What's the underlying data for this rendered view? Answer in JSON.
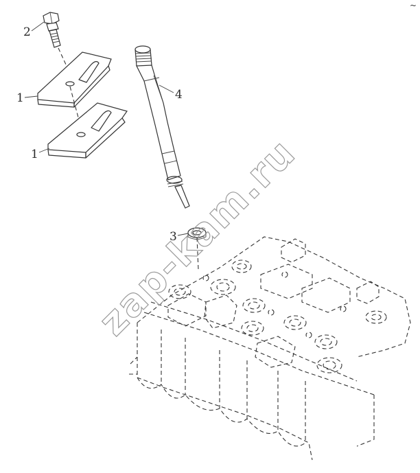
{
  "callouts": [
    {
      "id": "c1a",
      "text": "1"
    },
    {
      "id": "c1b",
      "text": "1"
    },
    {
      "id": "c2",
      "text": "2"
    },
    {
      "id": "c3",
      "text": "3"
    },
    {
      "id": "c4",
      "text": "4"
    }
  ],
  "watermark": "zap-kam.ru",
  "corner_mark": "~",
  "colors": {
    "line": "#333333",
    "watermark": "#9a9a9a",
    "background": "#ffffff"
  }
}
